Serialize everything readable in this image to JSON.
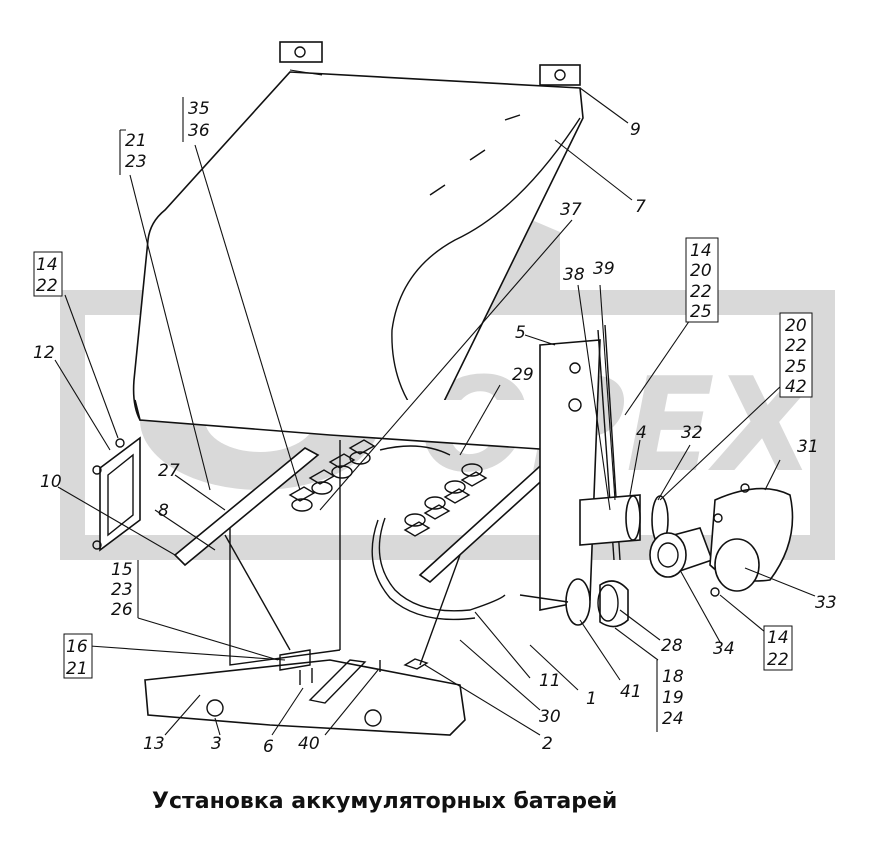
{
  "title": "Установка аккумуляторных батарей",
  "watermark": "OPEX",
  "colors": {
    "watermark": "#d9d9d9",
    "line": "#111111"
  },
  "labels": {
    "n1": "1",
    "n2": "2",
    "n3": "3",
    "n4": "4",
    "n5": "5",
    "n6": "6",
    "n7": "7",
    "n8": "8",
    "n9": "9",
    "n10": "10",
    "n11": "11",
    "n12": "12",
    "n13": "13",
    "n27": "27",
    "n28": "28",
    "n29": "29",
    "n30": "30",
    "n31": "31",
    "n32": "32",
    "n33": "33",
    "n34": "34",
    "n37": "37",
    "n38": "38",
    "n39": "39",
    "n40": "40",
    "n41": "41"
  },
  "groups": {
    "g_21_23": [
      "21",
      "23"
    ],
    "g_35_36": [
      "35",
      "36"
    ],
    "g_14_22_left": [
      "14",
      "22"
    ],
    "g_15_23_26": [
      "15",
      "23",
      "26"
    ],
    "g_16_21": [
      "16",
      "21"
    ],
    "g_14_20_22_25": [
      "14",
      "20",
      "22",
      "25"
    ],
    "g_20_22_25_42": [
      "20",
      "22",
      "25",
      "42"
    ],
    "g_14_22_right": [
      "14",
      "22"
    ],
    "g_18_19_24": [
      "18",
      "19",
      "24"
    ]
  }
}
